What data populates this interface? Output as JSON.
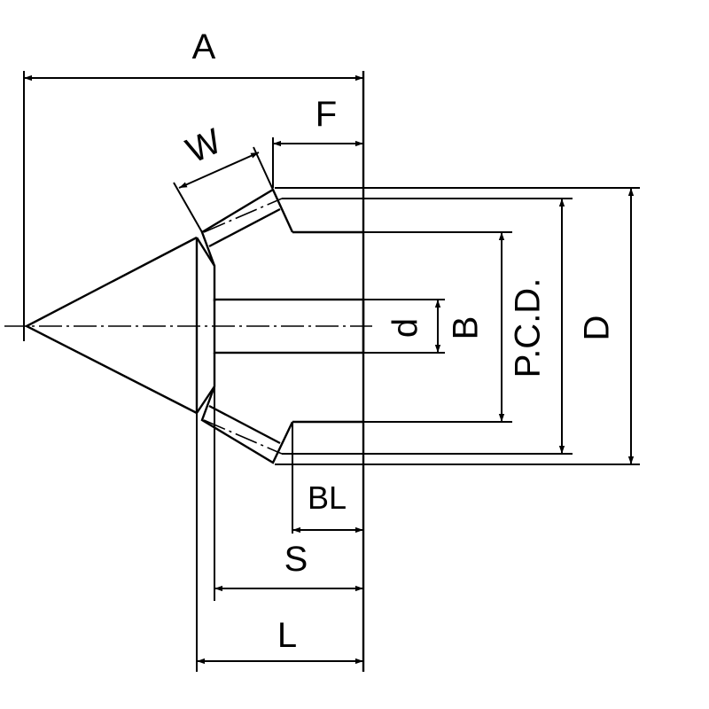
{
  "labels": {
    "A": "A",
    "F": "F",
    "W": "W",
    "d": "d",
    "B": "B",
    "PCD": "P.C.D.",
    "D": "D",
    "BL": "BL",
    "S": "S",
    "L": "L"
  }
}
